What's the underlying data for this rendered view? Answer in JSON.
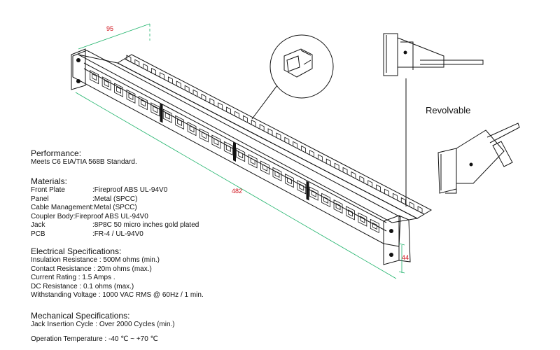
{
  "dimensions": {
    "depth": "95",
    "width": "482",
    "height": "44"
  },
  "callout": "Revolvable",
  "colors": {
    "dimension_line": "#1fb36b",
    "dimension_text": "#d0101a",
    "outline": "#111111"
  },
  "ports": {
    "count": 24,
    "groups": 4
  },
  "specs": {
    "performance": {
      "title": "Performance:",
      "text": "Meets C6 EIA/TIA 568B Standard."
    },
    "materials": {
      "title": "Materials:",
      "items": [
        {
          "k": "Front Plate",
          "sep": ": ",
          "v": "Fireproof ABS UL-94V0"
        },
        {
          "k": "Panel",
          "sep": ": ",
          "v": "Metal (SPCC)"
        },
        {
          "k": "Cable Management",
          "sep": ": ",
          "v": "Metal (SPCC)"
        },
        {
          "k": "Coupler Body",
          "sep": ": ",
          "v": "Fireproof ABS UL-94V0"
        },
        {
          "k": "Jack",
          "sep": ": ",
          "v": "8P8C 50 micro inches gold plated"
        },
        {
          "k": "PCB",
          "sep": ": ",
          "v": "FR-4 / UL-94V0"
        }
      ]
    },
    "electrical": {
      "title": "Electrical Specifications:",
      "items": [
        "Insulation Resistance : 500M ohms (min.)",
        "Contact Resistance : 20m ohms (max.)",
        "Current Rating : 1.5 Amps .",
        "DC Resistance : 0.1 ohms (max.)",
        "Withstanding Voltage : 1000 VAC RMS @ 60Hz / 1 min."
      ]
    },
    "mechanical": {
      "title": "Mechanical Specifications:",
      "items": [
        "Jack Insertion Cycle : Over 2000 Cycles (min.)",
        "Operation Temperature : -40 ℃ ~ +70 ℃"
      ]
    }
  }
}
